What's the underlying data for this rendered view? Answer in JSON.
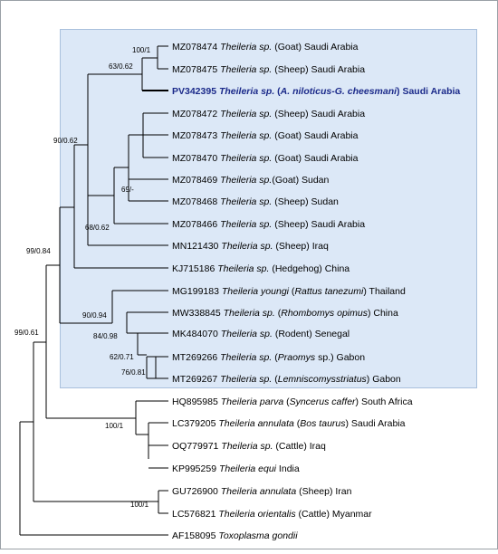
{
  "tree": {
    "taxa": {
      "MZ078474": {
        "acc": "MZ078474",
        "genus": "Theileria sp.",
        "rest": " (Goat) Saudi Arabia"
      },
      "MZ078475": {
        "acc": "MZ078475",
        "genus": "Theileria sp.",
        "rest": " (Sheep) Saudi Arabia"
      },
      "PV342395": {
        "acc": "PV342395",
        "genus": "Theileria sp.",
        "host_open": " (",
        "host": "A. niloticus-G. cheesmani",
        "rest": ") Saudi Arabia"
      },
      "MZ078472": {
        "acc": "MZ078472",
        "genus": "Theileria sp.",
        "rest": " (Sheep) Saudi Arabia"
      },
      "MZ078473": {
        "acc": "MZ078473",
        "genus": "Theileria sp.",
        "rest": " (Goat) Saudi Arabia"
      },
      "MZ078470": {
        "acc": "MZ078470",
        "genus": "Theileria sp.",
        "rest": " (Goat) Saudi Arabia"
      },
      "MZ078469": {
        "acc": "MZ078469",
        "genus": "Theileria sp.",
        "rest": "(Goat) Sudan"
      },
      "MZ078468": {
        "acc": "MZ078468",
        "genus": "Theileria sp.",
        "rest": " (Sheep) Sudan"
      },
      "MZ078466": {
        "acc": "MZ078466",
        "genus": "Theileria sp.",
        "rest": " (Sheep) Saudi Arabia"
      },
      "MN121430": {
        "acc": "MN121430",
        "genus": "Theileria sp.",
        "rest": " (Sheep) Iraq"
      },
      "KJ715186": {
        "acc": "KJ715186",
        "genus": "Theileria sp.",
        "rest": " (Hedgehog) China"
      },
      "MG199183": {
        "acc": "MG199183",
        "genus": "Theileria youngi",
        "host_open": " (",
        "host": "Rattus tanezumi",
        "rest": ") Thailand"
      },
      "MW338845": {
        "acc": "MW338845",
        "genus": "Theileria sp.",
        "host_open": " (",
        "host": "Rhombomys opimus",
        "rest": ") China"
      },
      "MK484070": {
        "acc": "MK484070",
        "genus": "Theileria sp.",
        "rest": " (Rodent) Senegal"
      },
      "MT269266": {
        "acc": "MT269266",
        "genus": "Theileria sp.",
        "host_open": " (",
        "host": "Praomys",
        "rest": " sp.) Gabon"
      },
      "MT269267": {
        "acc": "MT269267",
        "genus": "Theileria sp.",
        "host_open": " (",
        "host": "Lemniscomysstriatus",
        "rest": ") Gabon"
      },
      "HQ895985": {
        "acc": "HQ895985",
        "genus": "Theileria parva",
        "host_open": " (",
        "host": "Syncerus caffer",
        "rest": ") South Africa"
      },
      "LC379205": {
        "acc": "LC379205",
        "genus": "Theileria annulata",
        "host_open": " (",
        "host": "Bos taurus",
        "rest": ") Saudi Arabia"
      },
      "OQ779971": {
        "acc": "OQ779971",
        "genus": "Theileria sp.",
        "rest": " (Cattle) Iraq"
      },
      "KP995259": {
        "acc": "KP995259",
        "genus": "Theileria equi",
        "rest": " India"
      },
      "GU726900": {
        "acc": "GU726900",
        "genus": "Theileria annulata",
        "rest": " (Sheep) Iran"
      },
      "LC576821": {
        "acc": "LC576821",
        "genus": "Theileria orientalis",
        "rest": " (Cattle) Myanmar"
      },
      "AF158095": {
        "acc": "AF158095",
        "genus": "Toxoplasma gondii",
        "rest": ""
      }
    },
    "support": {
      "n_474_475": "100/1",
      "n_pv": "63/0.62",
      "n_469_468": "69/-",
      "n_466": "68/0.62",
      "n_main": "90/0.62",
      "n_rodent": "90/0.94",
      "n_mk": "84/0.98",
      "n_mt_outer": "62/0.71",
      "n_mt": "76/0.81",
      "n_ingroup": "99/0.84",
      "n_parva": "100/1",
      "n_root": "99/0.61",
      "n_ann_ori": "100/1"
    }
  }
}
